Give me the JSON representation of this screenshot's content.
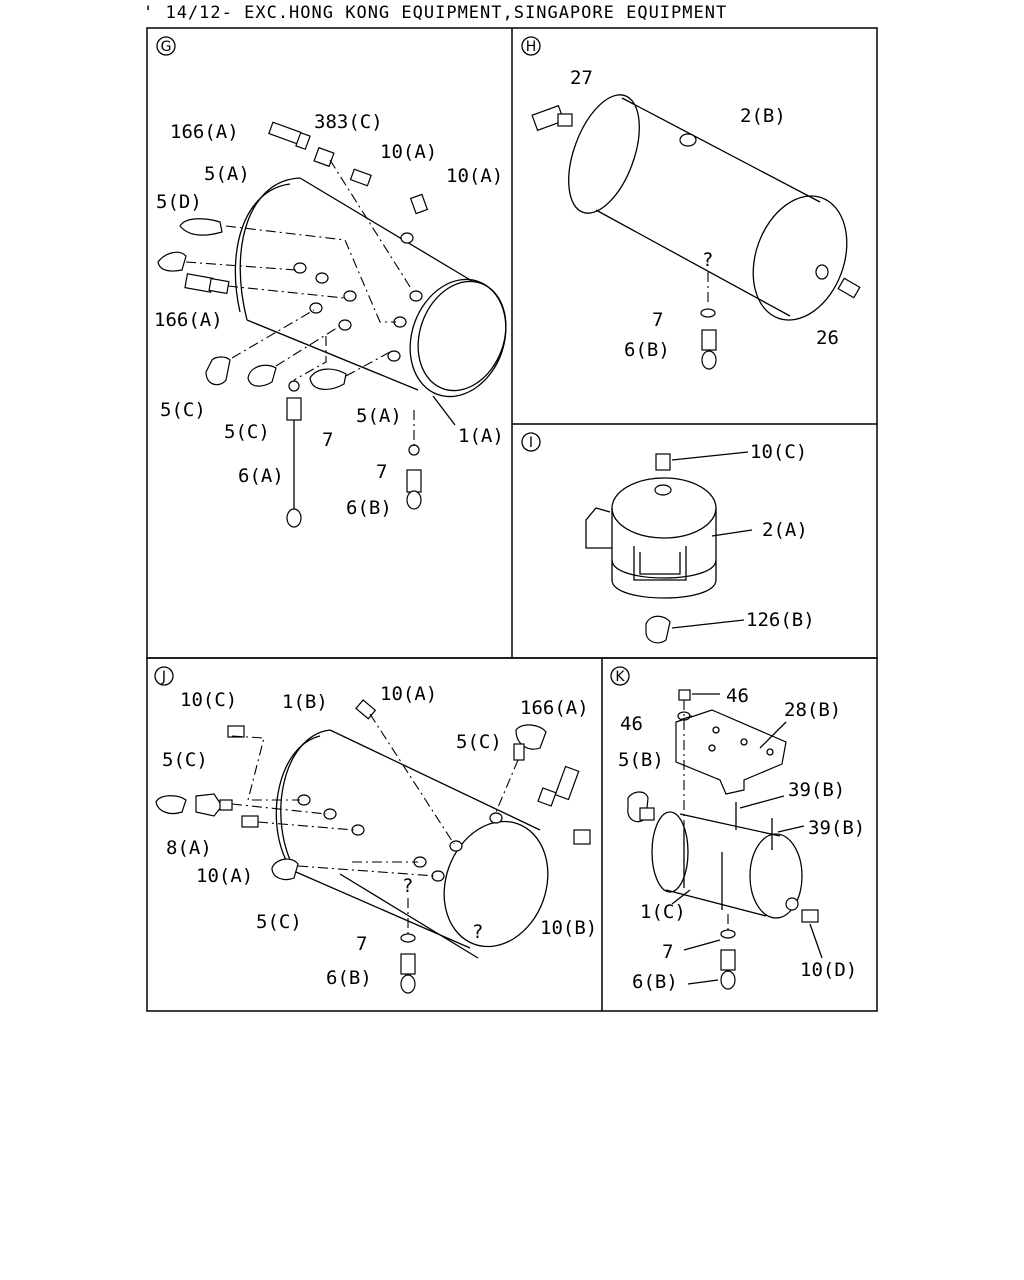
{
  "header": {
    "text": "' 14/12- EXC.HONG KONG EQUIPMENT,SINGAPORE EQUIPMENT"
  },
  "sections": {
    "G": {
      "marker": "G",
      "labels": [
        "166(A)",
        "383(C)",
        "10(A)",
        "10(A)",
        "5(A)",
        "5(D)",
        "166(A)",
        "5(C)",
        "5(C)",
        "7",
        "5(A)",
        "6(A)",
        "1(A)",
        "7",
        "6(B)"
      ]
    },
    "H": {
      "marker": "H",
      "labels": [
        "27",
        "2(B)",
        "7",
        "6(B)",
        "26",
        "?"
      ]
    },
    "I": {
      "marker": "I",
      "labels": [
        "10(C)",
        "2(A)",
        "126(B)"
      ]
    },
    "J": {
      "marker": "J",
      "labels": [
        "10(C)",
        "1(B)",
        "10(A)",
        "166(A)",
        "5(C)",
        "5(C)",
        "8(A)",
        "10(A)",
        "5(C)",
        "7",
        "6(B)",
        "10(B)",
        "?"
      ]
    },
    "K": {
      "marker": "K",
      "labels": [
        "46",
        "46",
        "28(B)",
        "5(B)",
        "39(B)",
        "39(B)",
        "1(C)",
        "7",
        "6(B)",
        "10(D)"
      ]
    }
  },
  "tank_note": "?"
}
